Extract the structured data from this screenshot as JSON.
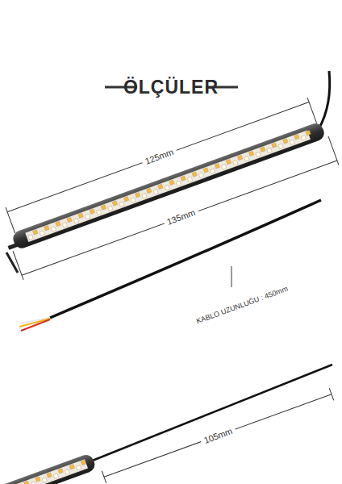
{
  "diagram": {
    "title": "ÖLÇÜLER",
    "labels": [
      "125mm",
      "135mm",
      "KABLO UZUNLUĞU : 450mm",
      "105mm"
    ]
  }
}
